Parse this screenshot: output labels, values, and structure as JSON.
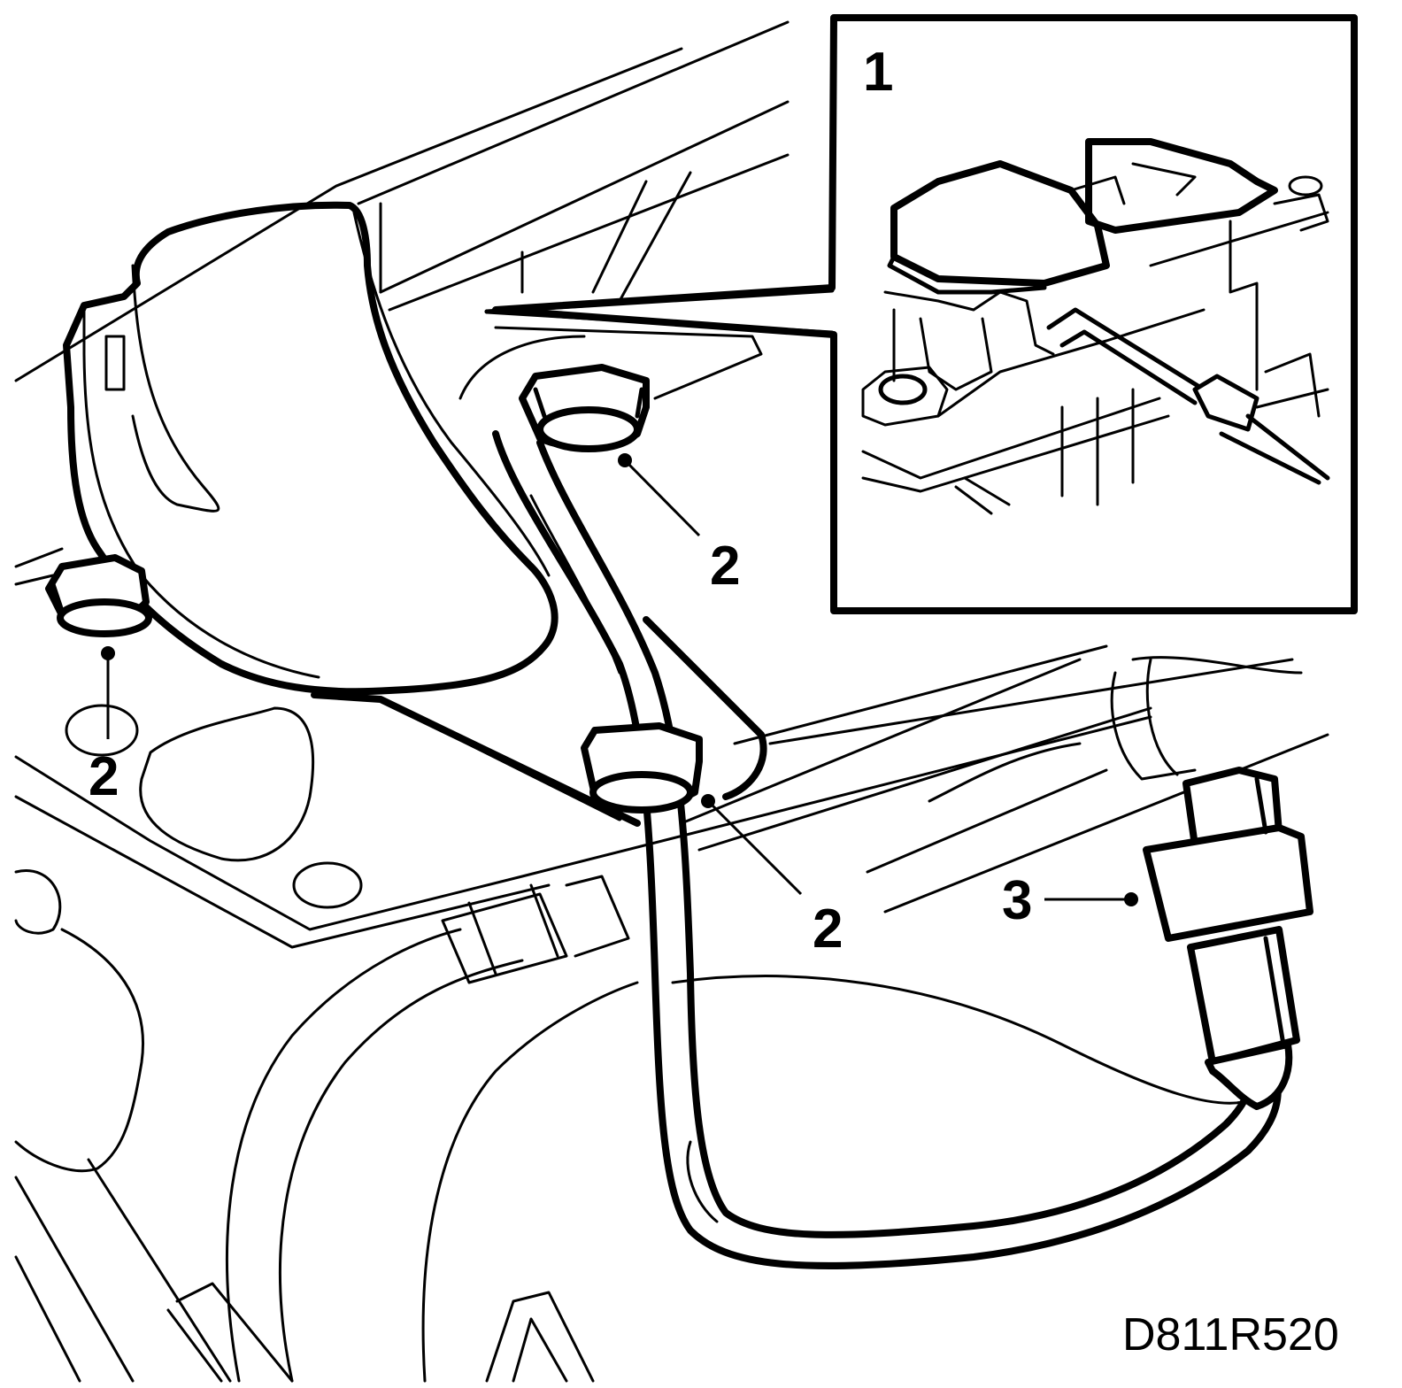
{
  "diagram": {
    "callouts": {
      "inset_label": "1",
      "bolt_label_left": "2",
      "bolt_label_top": "2",
      "bolt_label_center": "2",
      "connector_label": "3"
    },
    "reference_code": "D811R520",
    "icons": {
      "bolt": "hex-bolt-icon",
      "sensor": "sensor-unit-icon",
      "connector": "wire-connector-icon",
      "screwdriver": "screwdriver-icon"
    }
  }
}
